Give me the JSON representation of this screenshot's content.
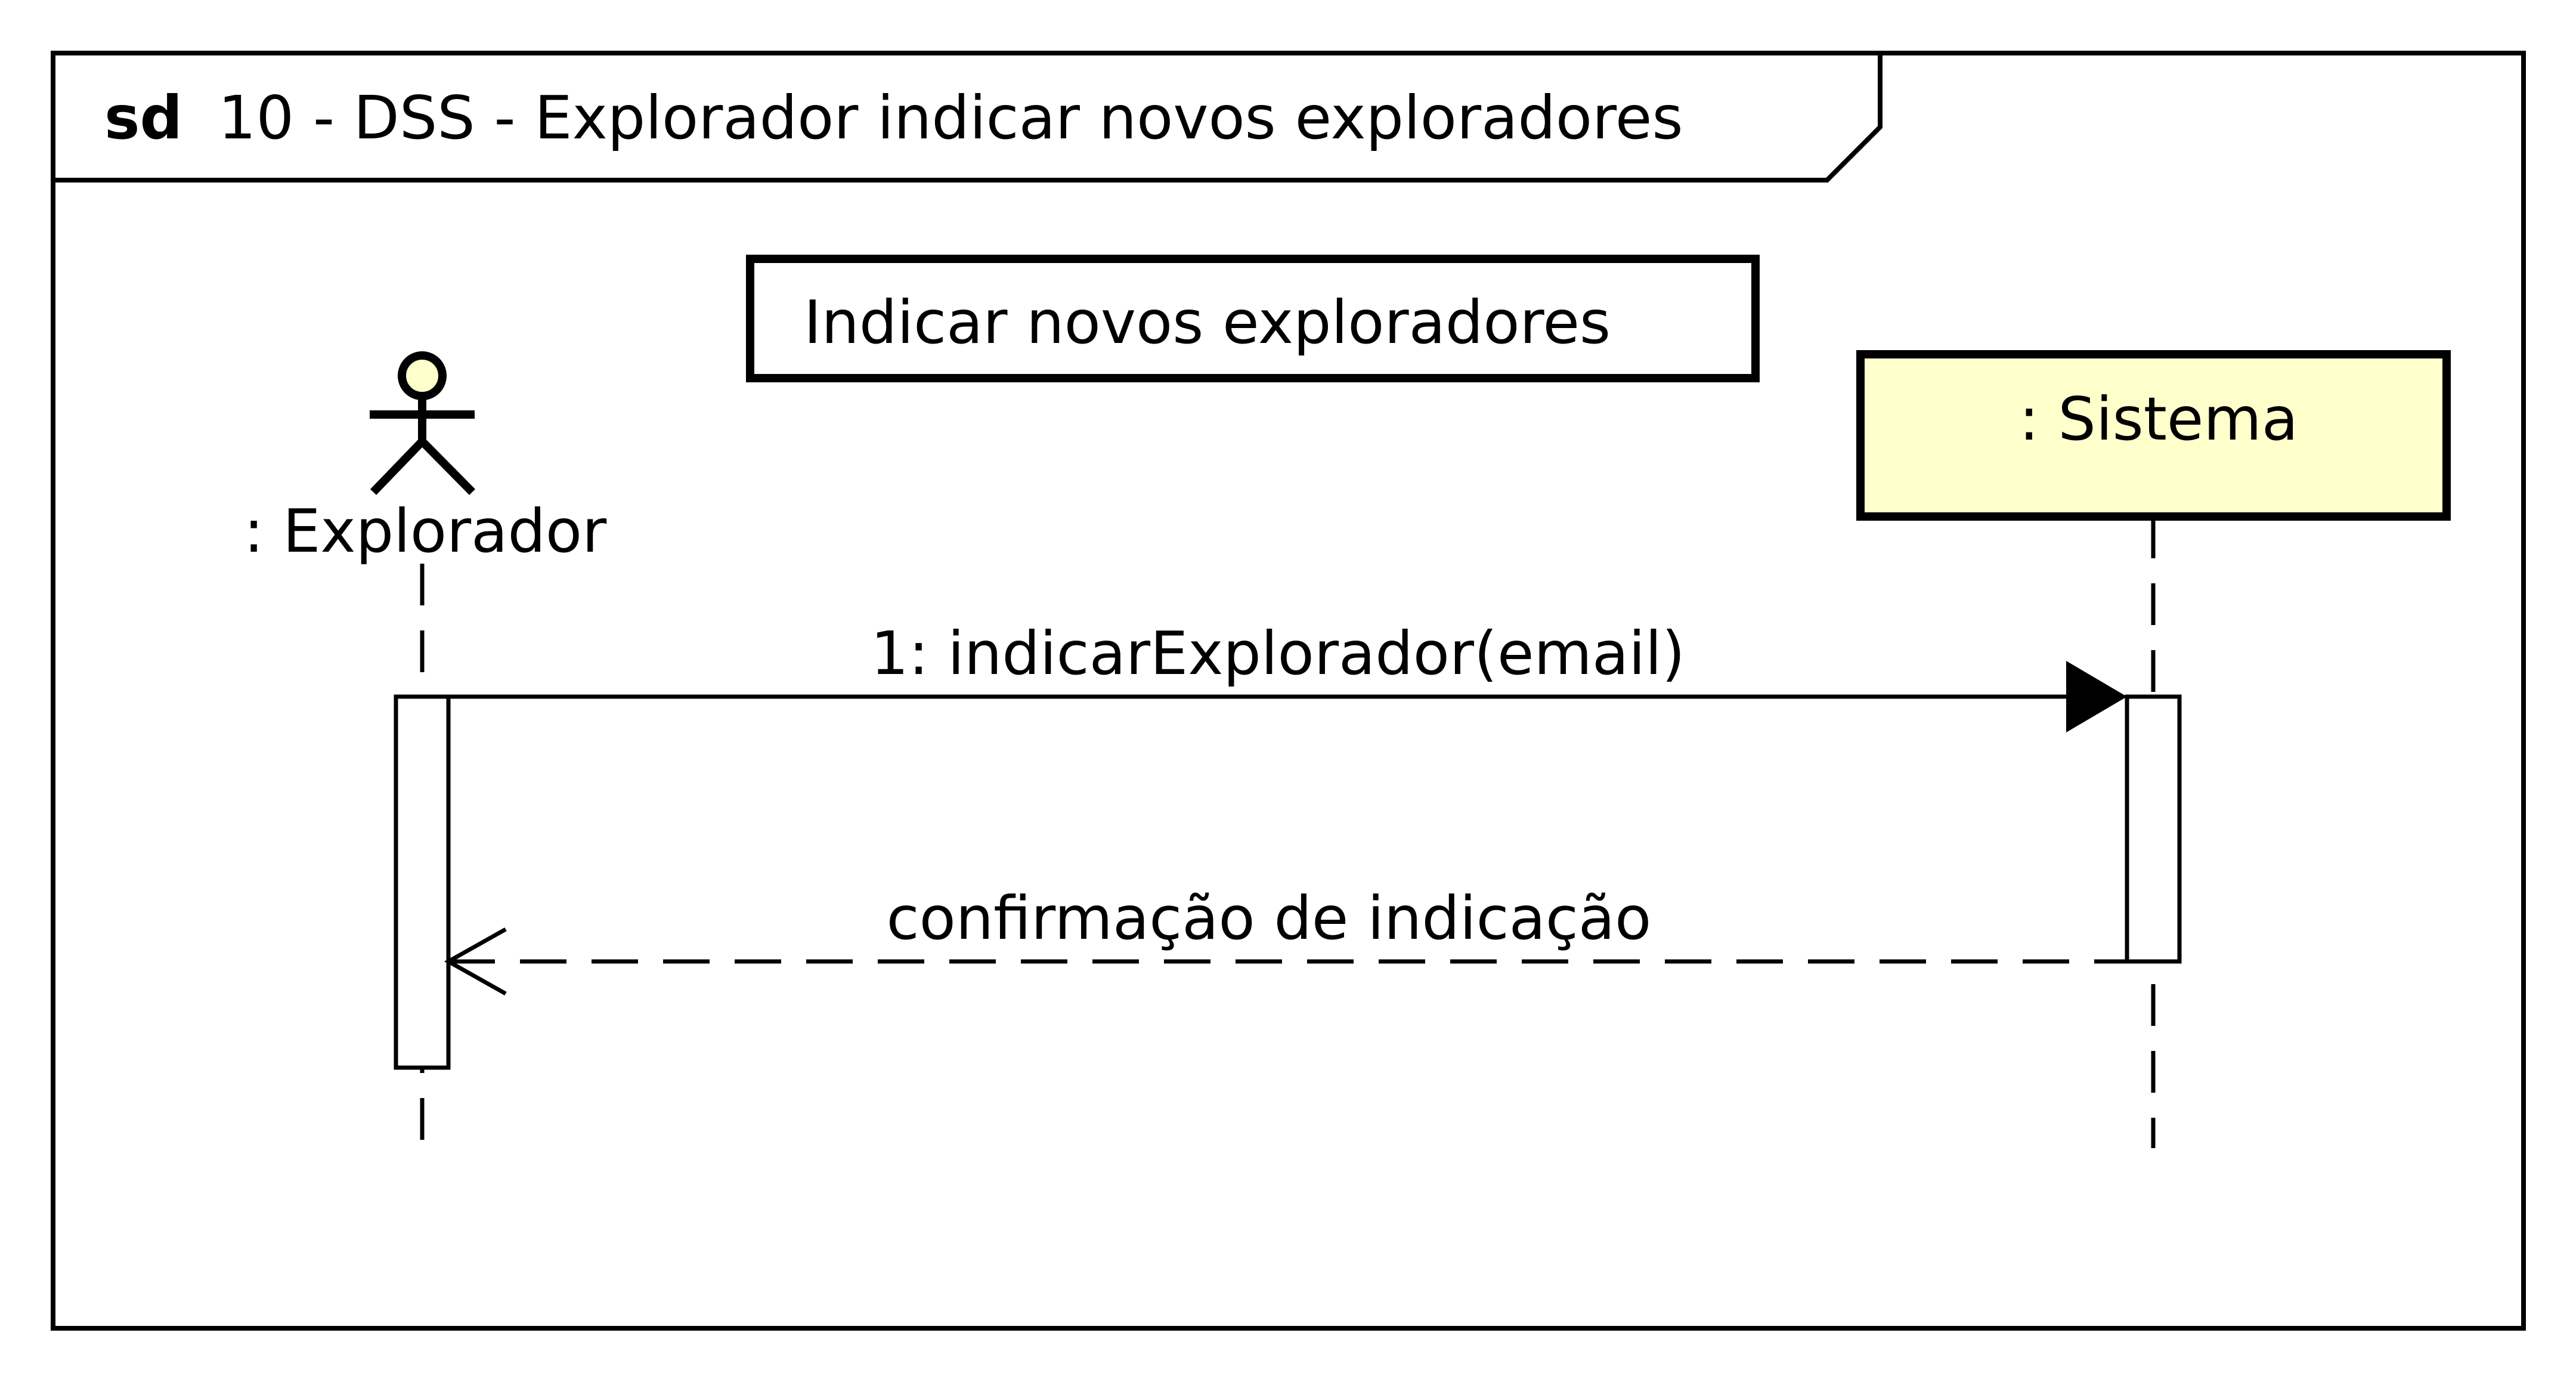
{
  "frame": {
    "keyword": "sd",
    "title": "10 - DSS - Explorador indicar novos exploradores"
  },
  "note": {
    "text": "Indicar novos exploradores"
  },
  "actor": {
    "label": ": Explorador",
    "icon": "stick-figure-icon",
    "head_color": "#ffffcc"
  },
  "system": {
    "label": ": Sistema",
    "fill_color": "#ffffcc"
  },
  "messages": [
    {
      "label": "1: indicarExplorador(email)",
      "kind": "synchronous-call"
    },
    {
      "label": "confirmação de indicação",
      "kind": "reply"
    }
  ]
}
